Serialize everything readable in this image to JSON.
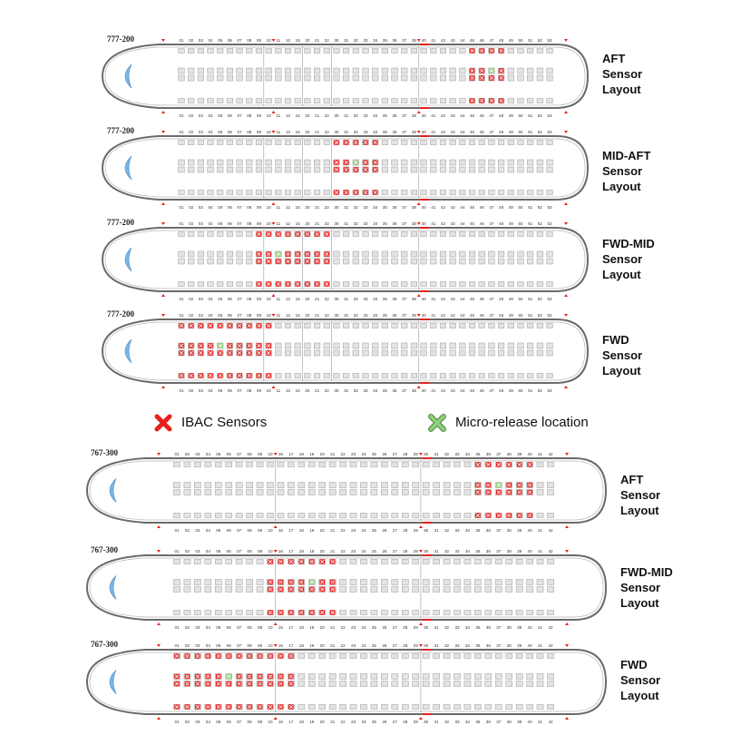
{
  "colors": {
    "sensor": "#e8201d",
    "release": "#8fd17a",
    "outline": "#6b6b6b",
    "seat": "#9a9a9a",
    "window": "#7bb6e6",
    "accent": "#e8201d"
  },
  "legend": {
    "sensor_label": "IBAC Sensors",
    "release_label": "Micro-release location",
    "sensor_icon": "red-x-icon",
    "release_icon": "green-x-icon"
  },
  "planes": [
    {
      "model": "777-200",
      "title": [
        "AFT",
        "Sensor",
        "Layout"
      ],
      "rows": [
        "01",
        "02",
        "03",
        "04",
        "05",
        "06",
        "07",
        "08",
        "09",
        "10",
        "11",
        "12",
        "15",
        "20",
        "21",
        "22",
        "30",
        "31",
        "32",
        "33",
        "34",
        "35",
        "36",
        "37",
        "38",
        "40",
        "41",
        "42",
        "43",
        "44",
        "45",
        "46",
        "47",
        "48",
        "49",
        "50",
        "51",
        "52",
        "53"
      ],
      "sensor_rows": [
        "45",
        "46",
        "47",
        "48"
      ],
      "release_rows": [
        "47"
      ]
    },
    {
      "model": "777-200",
      "title": [
        "MID-AFT",
        "Sensor",
        "Layout"
      ],
      "rows": [
        "01",
        "02",
        "03",
        "04",
        "05",
        "06",
        "07",
        "08",
        "09",
        "10",
        "11",
        "12",
        "15",
        "20",
        "21",
        "22",
        "30",
        "31",
        "32",
        "33",
        "34",
        "35",
        "36",
        "37",
        "38",
        "40",
        "41",
        "42",
        "43",
        "44",
        "45",
        "46",
        "47",
        "48",
        "49",
        "50",
        "51",
        "52",
        "53"
      ],
      "sensor_rows": [
        "30",
        "31",
        "32",
        "33",
        "34"
      ],
      "release_rows": [
        "32"
      ]
    },
    {
      "model": "777-200",
      "title": [
        "FWD-MID",
        "Sensor",
        "Layout"
      ],
      "rows": [
        "01",
        "02",
        "03",
        "04",
        "05",
        "06",
        "07",
        "08",
        "09",
        "10",
        "11",
        "12",
        "15",
        "20",
        "21",
        "22",
        "30",
        "31",
        "32",
        "33",
        "34",
        "35",
        "36",
        "37",
        "38",
        "40",
        "41",
        "42",
        "43",
        "44",
        "45",
        "46",
        "47",
        "48",
        "49",
        "50",
        "51",
        "52",
        "53"
      ],
      "sensor_rows": [
        "09",
        "10",
        "11",
        "12",
        "15",
        "20",
        "21",
        "22"
      ],
      "release_rows": [
        "11"
      ]
    },
    {
      "model": "777-200",
      "title": [
        "FWD",
        "Sensor",
        "Layout"
      ],
      "rows": [
        "01",
        "02",
        "03",
        "04",
        "05",
        "06",
        "07",
        "08",
        "09",
        "10",
        "11",
        "12",
        "15",
        "20",
        "21",
        "22",
        "30",
        "31",
        "32",
        "33",
        "34",
        "35",
        "36",
        "37",
        "38",
        "40",
        "41",
        "42",
        "43",
        "44",
        "45",
        "46",
        "47",
        "48",
        "49",
        "50",
        "51",
        "52",
        "53"
      ],
      "sensor_rows": [
        "01",
        "02",
        "03",
        "04",
        "05",
        "06",
        "07",
        "08",
        "09",
        "10"
      ],
      "release_rows": [
        "05"
      ]
    },
    {
      "model": "767-300",
      "title": [
        "AFT",
        "Sensor",
        "Layout"
      ],
      "rows": [
        "01",
        "02",
        "03",
        "04",
        "05",
        "06",
        "07",
        "08",
        "09",
        "10",
        "16",
        "17",
        "18",
        "19",
        "20",
        "21",
        "22",
        "23",
        "24",
        "25",
        "26",
        "27",
        "28",
        "29",
        "30",
        "31",
        "32",
        "33",
        "34",
        "35",
        "36",
        "37",
        "38",
        "39",
        "40",
        "41",
        "42"
      ],
      "sensor_rows": [
        "35",
        "36",
        "37",
        "38",
        "39",
        "40"
      ],
      "release_rows": [
        "37"
      ]
    },
    {
      "model": "767-300",
      "title": [
        "FWD-MID",
        "Sensor",
        "Layout"
      ],
      "rows": [
        "01",
        "02",
        "03",
        "04",
        "05",
        "06",
        "07",
        "08",
        "09",
        "10",
        "16",
        "17",
        "18",
        "19",
        "20",
        "21",
        "22",
        "23",
        "24",
        "25",
        "26",
        "27",
        "28",
        "29",
        "30",
        "31",
        "32",
        "33",
        "34",
        "35",
        "36",
        "37",
        "38",
        "39",
        "40",
        "41",
        "42"
      ],
      "sensor_rows": [
        "10",
        "16",
        "17",
        "18",
        "19",
        "20",
        "21"
      ],
      "release_rows": [
        "19"
      ]
    },
    {
      "model": "767-300",
      "title": [
        "FWD",
        "Sensor",
        "Layout"
      ],
      "rows": [
        "01",
        "02",
        "03",
        "04",
        "05",
        "06",
        "07",
        "08",
        "09",
        "10",
        "16",
        "17",
        "18",
        "19",
        "20",
        "21",
        "22",
        "23",
        "24",
        "25",
        "26",
        "27",
        "28",
        "29",
        "30",
        "31",
        "32",
        "33",
        "34",
        "35",
        "36",
        "37",
        "38",
        "39",
        "40",
        "41",
        "42"
      ],
      "sensor_rows": [
        "01",
        "02",
        "03",
        "04",
        "05",
        "06",
        "07",
        "08",
        "09",
        "10",
        "16",
        "17"
      ],
      "release_rows": [
        "06"
      ]
    }
  ]
}
